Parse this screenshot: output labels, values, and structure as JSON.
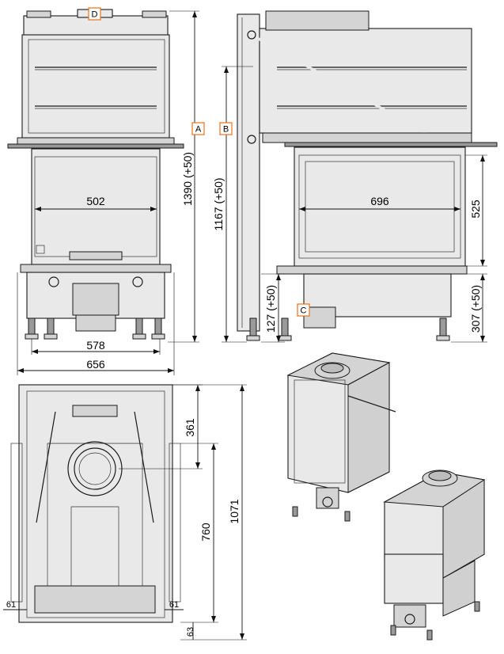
{
  "labels": {
    "A": "A",
    "B": "B",
    "C": "C",
    "D": "D"
  },
  "dimensions": {
    "front_inner_width": "502",
    "front_leg_span": "578",
    "front_total_width": "656",
    "front_height_a": "1390 (+50)",
    "side_height_b": "1167 (+50)",
    "side_glass_width": "696",
    "side_glass_height": "525",
    "side_leg_height": "127 (+50)",
    "side_base_height": "307 (+50)",
    "top_offset": "361",
    "top_depth": "760",
    "top_total_depth": "1071",
    "top_margin_left": "61",
    "top_margin_right": "61",
    "top_bottom_offset": "63"
  },
  "colors": {
    "tag_border": "#e8731a",
    "line": "#1a1a1a"
  }
}
